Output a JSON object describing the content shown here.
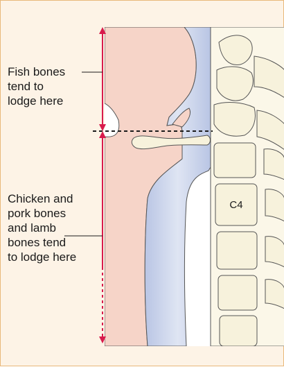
{
  "labels": {
    "fish": [
      "Fish bones",
      "tend to",
      "lodge here"
    ],
    "chicken": [
      "Chicken and",
      "pork bones",
      "and lamb",
      "bones tend",
      "to lodge here"
    ],
    "vertebra": "C4"
  },
  "colors": {
    "panel_background": "#fdf3e6",
    "panel_border": "#e9b87a",
    "arrow": "#d81b4c",
    "soft_tissue": "#f6d4c8",
    "airway": "#c9d3ea",
    "bone": "#f7f2dc"
  }
}
